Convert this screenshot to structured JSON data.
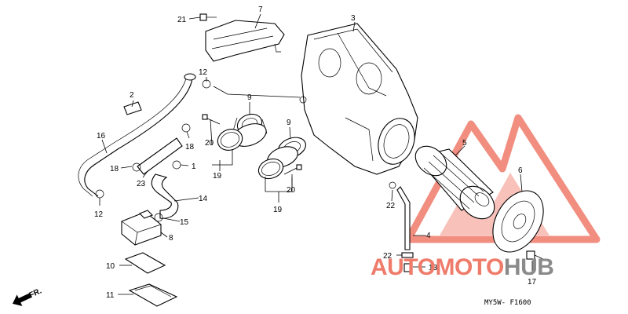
{
  "callouts": {
    "p1": "1",
    "p2": "2",
    "p3": "3",
    "p4": "4",
    "p5": "5",
    "p6": "6",
    "p7": "7",
    "p8": "8",
    "p9a": "9",
    "p9b": "9",
    "p10": "10",
    "p11": "11",
    "p12a": "12",
    "p12b": "12",
    "p13": "13",
    "p14": "14",
    "p15": "15",
    "p16": "16",
    "p17": "17",
    "p18a": "18",
    "p18b": "18",
    "p19a": "19",
    "p19b": "19",
    "p20a": "20",
    "p20b": "20",
    "p21": "21",
    "p22a": "22",
    "p22b": "22",
    "p23": "23"
  },
  "front_arrow": "FR.",
  "drawing_code": "MY5W- F1600",
  "watermark": {
    "part1": "AUTOMOTO",
    "part2": "HUB",
    "accent_color": "#ef7b6b",
    "secondary_color": "#8a8a8a"
  }
}
